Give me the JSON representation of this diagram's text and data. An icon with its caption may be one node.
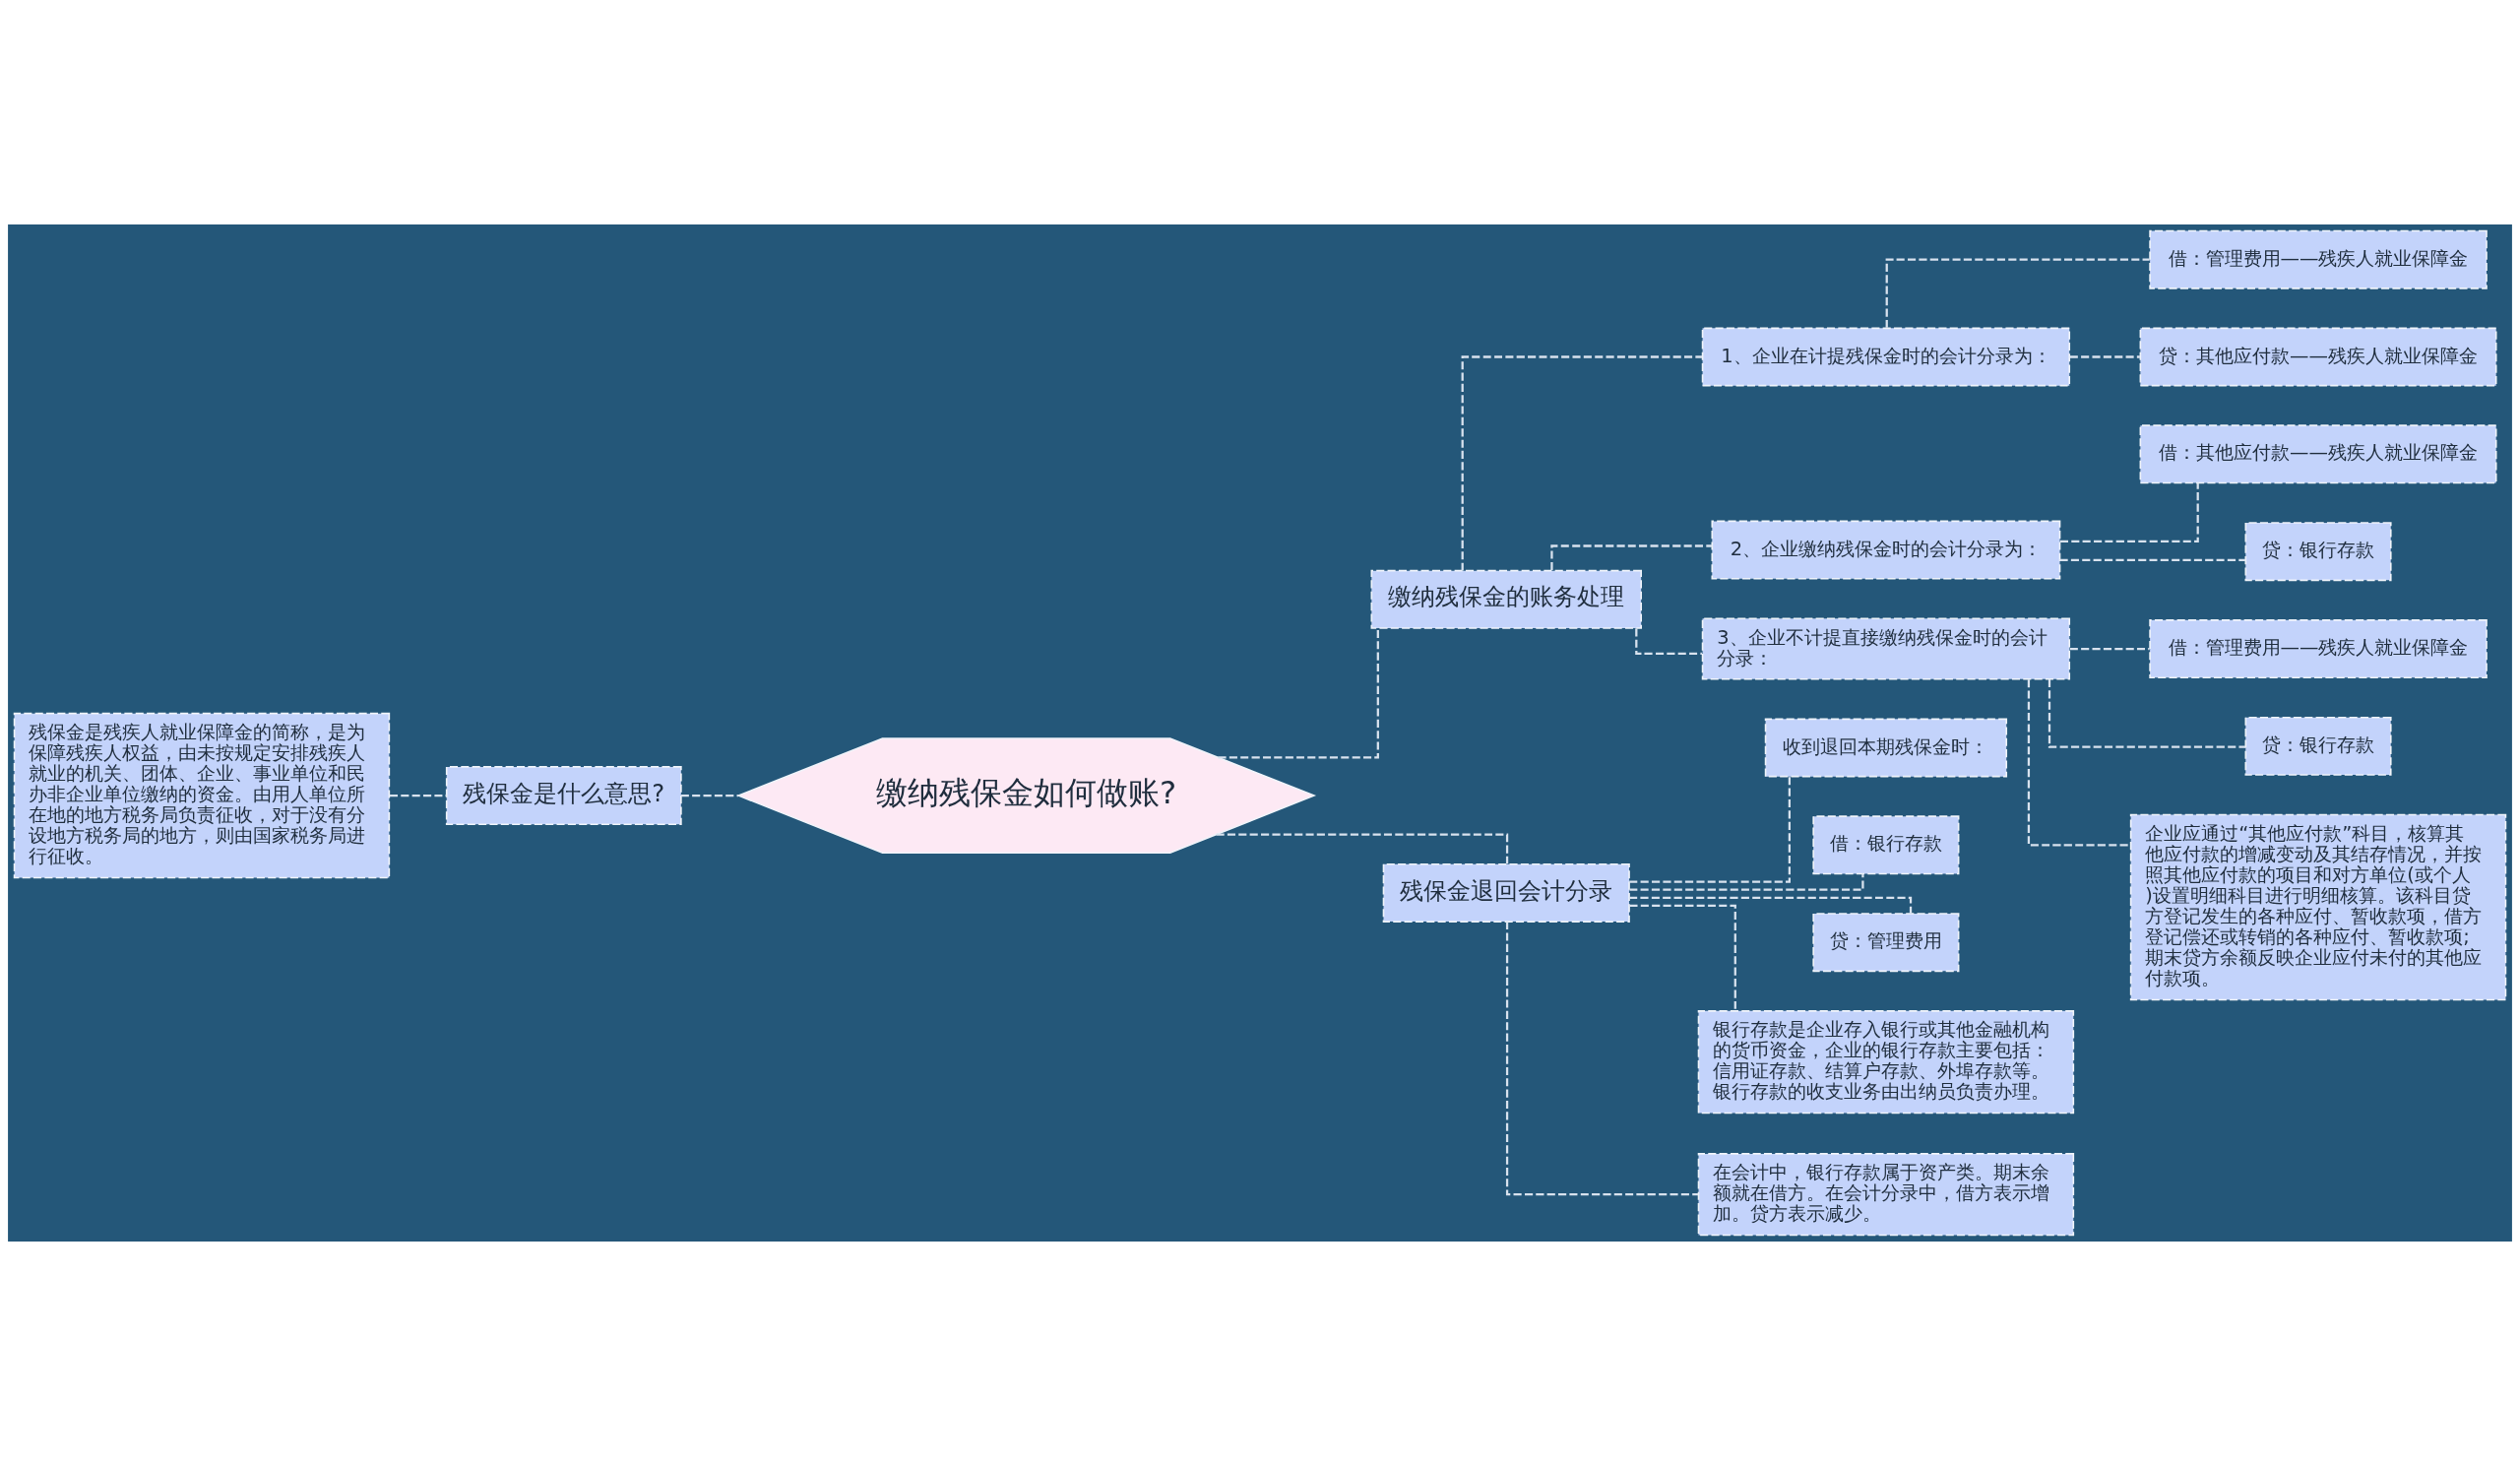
{
  "diagram": {
    "nodes": [
      {
        "text": [
          "缴纳残保金如何做账?"
        ]
      },
      {
        "text": [
          "残保金是什么意思?"
        ]
      },
      {
        "text": [
          "残保金是残疾人就业保障金的简称，是为保障残疾人权益，由未按规定安排残疾人就业的机关、团体、企业、事业单位和民办非企业单位缴纳的资金。由用人单位所在地的地方税务局负责征收，对于没有分设地方税务局的地方，则由国家税务局进行征收。"
        ]
      },
      {
        "text": [
          "缴纳残保金的账务处理"
        ]
      },
      {
        "text": [
          "1、企业在计提残保金时的会计分录为："
        ]
      },
      {
        "text": [
          "借：管理费用——残疾人就业保障金"
        ]
      },
      {
        "text": [
          "贷：其他应付款——残疾人就业保障金"
        ]
      },
      {
        "text": [
          "2、企业缴纳残保金时的会计分录为："
        ]
      },
      {
        "text": [
          "借：其他应付款——残疾人就业保障金"
        ]
      },
      {
        "text": [
          "贷：银行存款"
        ]
      },
      {
        "text": [
          "3、企业不计提直接缴纳残保金时的会计分录："
        ]
      },
      {
        "text": [
          "借：管理费用——残疾人就业保障金"
        ]
      },
      {
        "text": [
          "贷：银行存款"
        ]
      },
      {
        "text": [
          "企业应通过“其他应付款”科目，核算其他应付款的增减变动及其结存情况，并按照其他应付款的项目和对方单位(或个人)设置明细科目进行明细核算。该科目贷方登记发生的各种应付、暂收款项，借方登记偿还或转销的各种应付、暂收款项;期末贷方余额反映企业应付未付的其他应付款项。"
        ]
      },
      {
        "text": [
          "残保金退回会计分录"
        ]
      },
      {
        "text": [
          "收到退回本期残保金时："
        ]
      },
      {
        "text": [
          "借：银行存款"
        ]
      },
      {
        "text": [
          "贷：管理费用"
        ]
      },
      {
        "text": [
          "银行存款是企业存入银行或其他金融机构的货币资金，企业的银行存款主要包括：信用证存款、结算户存款、外埠存款等。银行存款的收支业务由出纳员负责办理。"
        ]
      },
      {
        "text": [
          "在会计中，银行存款属于资产类。期末余额就在借方。在会计分录中，借方表示增加。贷方表示减少。"
        ]
      }
    ],
    "edges": [
      {
        "from": 2,
        "to": 1,
        "arrow": "none",
        "style": "dashed"
      },
      {
        "from": 1,
        "to": 0,
        "arrow": "none",
        "style": "dashed"
      },
      {
        "from": 0,
        "to": 3,
        "arrow": "none",
        "style": "dashed"
      },
      {
        "from": 3,
        "to": 4,
        "arrow": "none",
        "style": "dashed"
      },
      {
        "from": 4,
        "to": 5,
        "arrow": "none",
        "style": "dashed"
      },
      {
        "from": 4,
        "to": 6,
        "arrow": "none",
        "style": "dashed"
      },
      {
        "from": 3,
        "to": 7,
        "arrow": "none",
        "style": "dashed"
      },
      {
        "from": 7,
        "to": 8,
        "arrow": "none",
        "style": "dashed"
      },
      {
        "from": 7,
        "to": 9,
        "arrow": "none",
        "style": "dashed"
      },
      {
        "from": 3,
        "to": 10,
        "arrow": "none",
        "style": "dashed"
      },
      {
        "from": 10,
        "to": 11,
        "arrow": "none",
        "style": "dashed"
      },
      {
        "from": 10,
        "to": 12,
        "arrow": "none",
        "style": "dashed"
      },
      {
        "from": 10,
        "to": 13,
        "arrow": "none",
        "style": "dashed"
      },
      {
        "from": 0,
        "to": 14,
        "arrow": "none",
        "style": "dashed"
      },
      {
        "from": 14,
        "to": 15,
        "arrow": "none",
        "style": "dashed"
      },
      {
        "from": 14,
        "to": 16,
        "arrow": "none",
        "style": "dashed"
      },
      {
        "from": 14,
        "to": 17,
        "arrow": "none",
        "style": "dashed"
      },
      {
        "from": 14,
        "to": 18,
        "arrow": "none",
        "style": "dashed"
      },
      {
        "from": 14,
        "to": 19,
        "arrow": "none",
        "style": "dashed"
      }
    ]
  }
}
